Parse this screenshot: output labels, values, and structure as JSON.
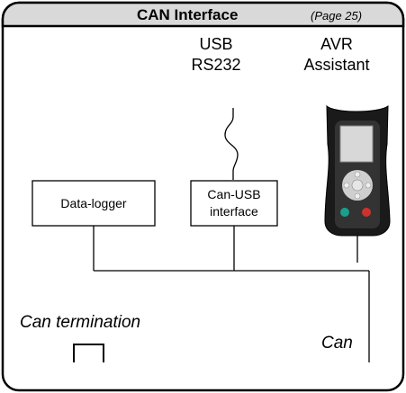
{
  "header": {
    "title": "CAN Interface",
    "page_ref": "(Page 25)",
    "fill_color": "#d9d9d9"
  },
  "labels": {
    "usb_line1": "USB",
    "usb_line2": "RS232",
    "avr_line1": "AVR",
    "avr_line2": "Assistant",
    "can_termination": "Can termination",
    "can": "Can"
  },
  "boxes": {
    "data_logger": "Data-logger",
    "can_usb_line1": "Can-USB",
    "can_usb_line2": "interface"
  },
  "icons": {
    "usb_cable": "squiggle-cable-icon",
    "avr_device": "handheld-device-icon",
    "termination": "termination-bracket-icon"
  },
  "colors": {
    "line": "#000000",
    "device_body": "#1a1a1a",
    "device_buttons": "#cfcfcf",
    "button_green": "#1aa08a",
    "button_red": "#d0312d"
  }
}
